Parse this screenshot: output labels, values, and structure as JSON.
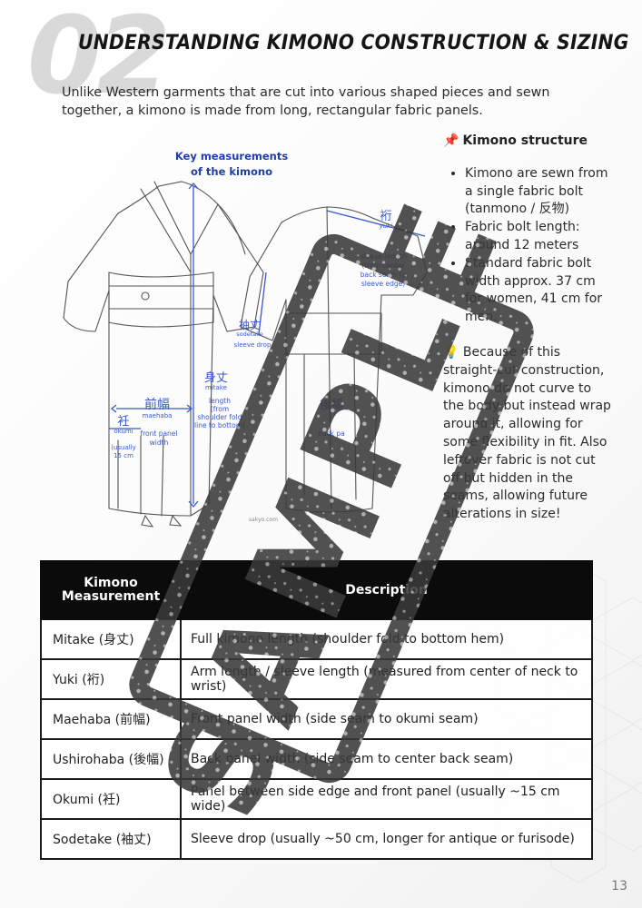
{
  "header": {
    "chapter_number": "02",
    "title": "UNDERSTANDING KIMONO CONSTRUCTION & SIZING"
  },
  "intro": "Unlike Western garments that are cut into various shaped pieces and sewn together, a kimono is made from long, rectangular fabric panels.",
  "illustration": {
    "title_line1": "Key measurements",
    "title_line2": "of the kimono",
    "labels": {
      "yuki_kanji": "裄",
      "yuki": "yuki",
      "sleeve_length": [
        "sleeve length",
        "(from center",
        "back seam to",
        "sleeve edge)"
      ],
      "sodetake_kanji": "袖丈",
      "sodetake": "sodetake",
      "sleeve_drop": "sleeve drop",
      "mitake_kanji": "身丈",
      "mitake": "mitake",
      "length": [
        "length",
        "(from",
        "shoulder fold",
        "line to bottom)"
      ],
      "maehaba_kanji": "前幅",
      "maehaba": "maehaba",
      "front_panel": [
        "front panel",
        "width"
      ],
      "okumi_kanji": "衽",
      "okumi": "okumi",
      "okumi_width": [
        "(usually",
        "15 cm"
      ],
      "ushiro_kanji": "後幅",
      "back_panel": [
        "back pa"
      ],
      "source": "sakyo.com"
    }
  },
  "sidebar": {
    "pin_icon": "pushpin-icon",
    "heading": "Kimono structure",
    "bullets": [
      "Kimono are sewn from a single fabric bolt (tanmono / 反物)",
      "Fabric bolt length: around 12 meters",
      "Standard fabric bolt width approx. 37 cm for women, 41 cm for men."
    ],
    "bulb_icon": "lightbulb-icon",
    "note": "Because of this straight-cut construction, kimono do not curve to the body but instead wrap around it, allowing for some flexibility in fit. Also leftover fabric is not cut off but hidden in the seams, allowing future alterations in size!"
  },
  "table": {
    "headers": [
      "Kimono Measurement",
      "Description"
    ],
    "rows": [
      [
        "Mitake (身丈)",
        "Full kimono length (shoulder fold to bottom hem)"
      ],
      [
        "Yuki (裄)",
        "Arm length / sleeve length (measured from center of neck to wrist)"
      ],
      [
        "Maehaba (前幅)",
        "Front panel width (side seam to okumi seam)"
      ],
      [
        "Ushirohaba (後幅)",
        "Back panel width (side seam to center back seam)"
      ],
      [
        "Okumi (衽)",
        "Panel between side edge and front panel (usually ~15 cm wide)"
      ],
      [
        "Sodetake (袖丈)",
        "Sleeve drop (usually ~50 cm, longer for antique or furisode)"
      ]
    ]
  },
  "stamp_text": "SAMPLE",
  "page_number": "13",
  "colors": {
    "title_blue": "#1f3fa8",
    "measure_blue": "#3a59c9",
    "stamp": "#3a3a3a"
  }
}
